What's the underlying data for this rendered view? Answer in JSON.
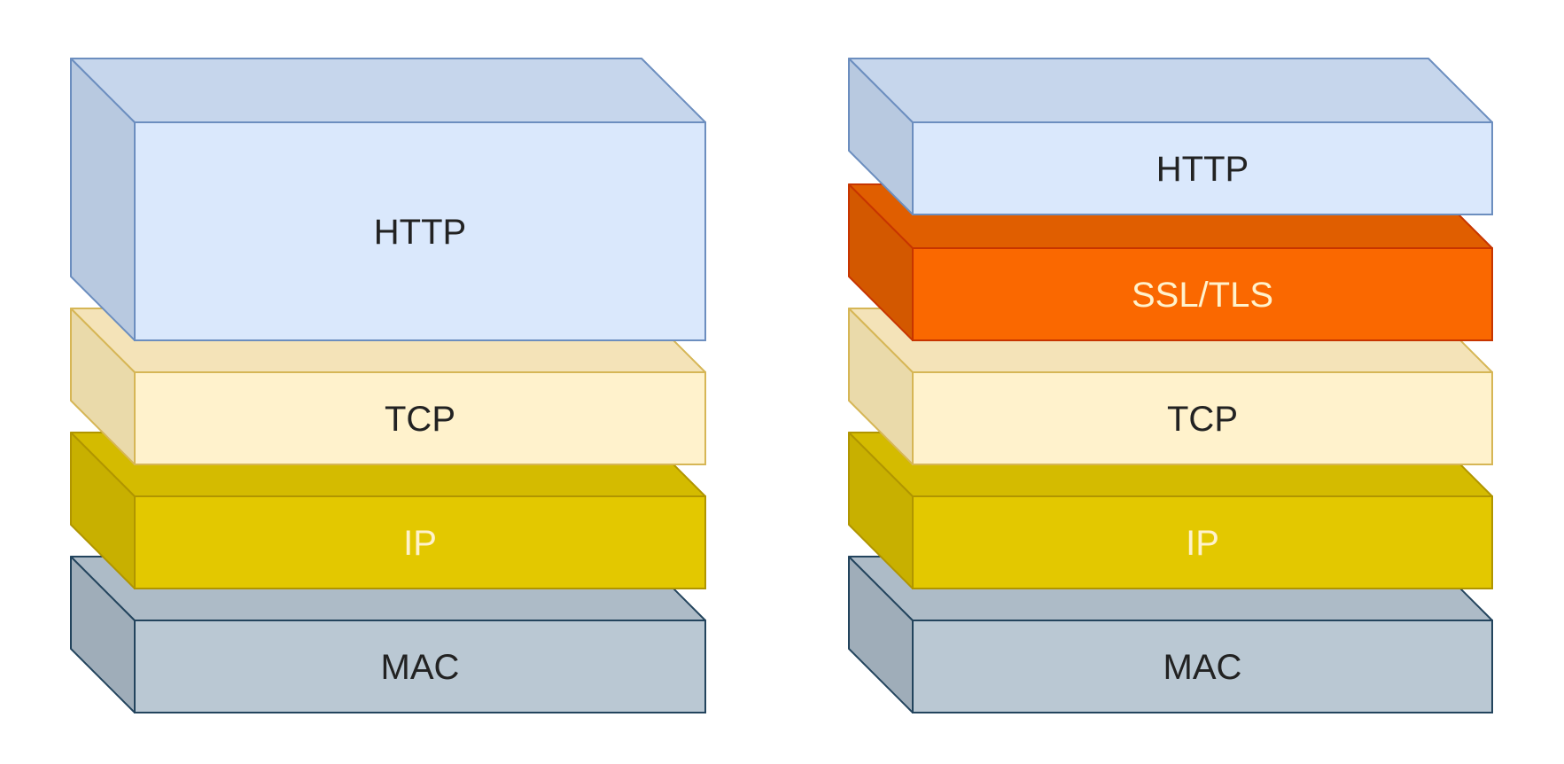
{
  "palette": {
    "http": {
      "front": "#dae8fc",
      "top": "#c6d6ec",
      "side": "#b8c9e0",
      "stroke": "#6c8ebf",
      "text": "#222222"
    },
    "ssl": {
      "front": "#fa6800",
      "top": "#e05e00",
      "side": "#d35800",
      "stroke": "#c73500",
      "text": "#fff2cc"
    },
    "tcp": {
      "front": "#fff2cc",
      "top": "#f4e3b8",
      "side": "#eadaaa",
      "stroke": "#d6b656",
      "text": "#222222"
    },
    "ip": {
      "front": "#e3c800",
      "top": "#d4bb00",
      "side": "#c8b000",
      "stroke": "#b09500",
      "text": "#fff2cc"
    },
    "mac": {
      "front": "#bac8d3",
      "top": "#adbbc7",
      "side": "#9fadb9",
      "stroke": "#23445d",
      "text": "#222222"
    }
  },
  "stacks": [
    {
      "name": "http-stack",
      "layers": [
        {
          "label": "HTTP",
          "kind": "http"
        },
        {
          "label": "TCP",
          "kind": "tcp"
        },
        {
          "label": "IP",
          "kind": "ip"
        },
        {
          "label": "MAC",
          "kind": "mac"
        }
      ]
    },
    {
      "name": "https-stack",
      "layers": [
        {
          "label": "HTTP",
          "kind": "http"
        },
        {
          "label": "SSL/TLS",
          "kind": "ssl"
        },
        {
          "label": "TCP",
          "kind": "tcp"
        },
        {
          "label": "IP",
          "kind": "ip"
        },
        {
          "label": "MAC",
          "kind": "mac"
        }
      ]
    }
  ]
}
